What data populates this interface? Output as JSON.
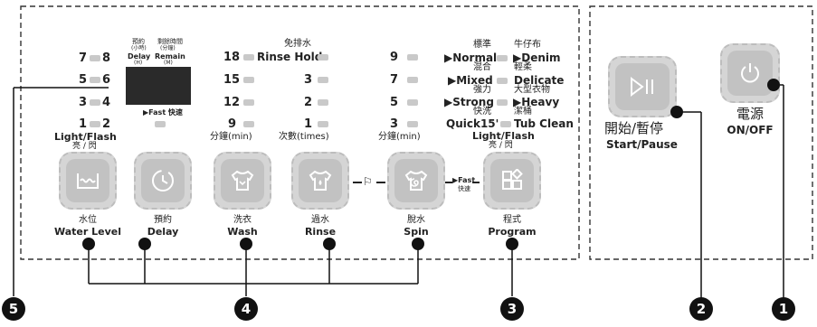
{
  "water_level": {
    "pairs": [
      [
        "7",
        "8"
      ],
      [
        "5",
        "6"
      ],
      [
        "3",
        "4"
      ],
      [
        "1",
        "2"
      ]
    ],
    "light_label": "Light/Flash",
    "light_cn": "亮 / 閃"
  },
  "delay": {
    "delay_cn": "預約",
    "delay_cn2": "(小時)",
    "delay_en": "Delay",
    "delay_unit": "(H)",
    "remain_cn": "剩餘時間",
    "remain_cn2": "(分鐘)",
    "remain_en": "Remain",
    "remain_unit": "(M)",
    "fast_label": "Fast 快速"
  },
  "wash": {
    "values": [
      "18",
      "15",
      "12",
      "9"
    ],
    "unit": "分鐘(min)"
  },
  "rinse": {
    "hold_cn": "免排水",
    "hold_en": "Rinse Hold",
    "values": [
      "3",
      "2",
      "1"
    ],
    "unit": "次數(times)"
  },
  "spin": {
    "values": [
      "9",
      "7",
      "5",
      "3"
    ],
    "unit": "分鐘(min)"
  },
  "program": {
    "left": [
      {
        "cn": "標準",
        "en": "Normal"
      },
      {
        "cn": "混合",
        "en": "Mixed"
      },
      {
        "cn": "強力",
        "en": "Strong"
      },
      {
        "cn": "快洗",
        "en": "Quick15'"
      }
    ],
    "right": [
      {
        "cn": "牛仔布",
        "en": "Denim"
      },
      {
        "cn": "輕柔",
        "en": "Delicate"
      },
      {
        "cn": "大型衣物",
        "en": "Heavy"
      },
      {
        "cn": "潔桶",
        "en": "Tub Clean"
      }
    ],
    "light_label": "Light/Flash",
    "light_cn": "亮 / 閃"
  },
  "buttons": [
    {
      "cn": "水位",
      "en": "Water Level",
      "icon": "water-level-icon"
    },
    {
      "cn": "預約",
      "en": "Delay",
      "icon": "delay-clock-icon"
    },
    {
      "cn": "洗衣",
      "en": "Wash",
      "icon": "wash-shirt-icon"
    },
    {
      "cn": "過水",
      "en": "Rinse",
      "icon": "rinse-shirt-icon"
    },
    {
      "cn": "脫水",
      "en": "Spin",
      "icon": "spin-shirt-icon"
    },
    {
      "cn": "程式",
      "en": "Program",
      "icon": "program-grid-icon"
    }
  ],
  "fast_link": {
    "en": "Fast",
    "cn": "快速"
  },
  "start_pause": {
    "cn": "開始/暫停",
    "en": "Start/Pause"
  },
  "power": {
    "cn": "電源",
    "en": "ON/OFF"
  },
  "callouts": [
    "1",
    "2",
    "3",
    "4",
    "5"
  ]
}
